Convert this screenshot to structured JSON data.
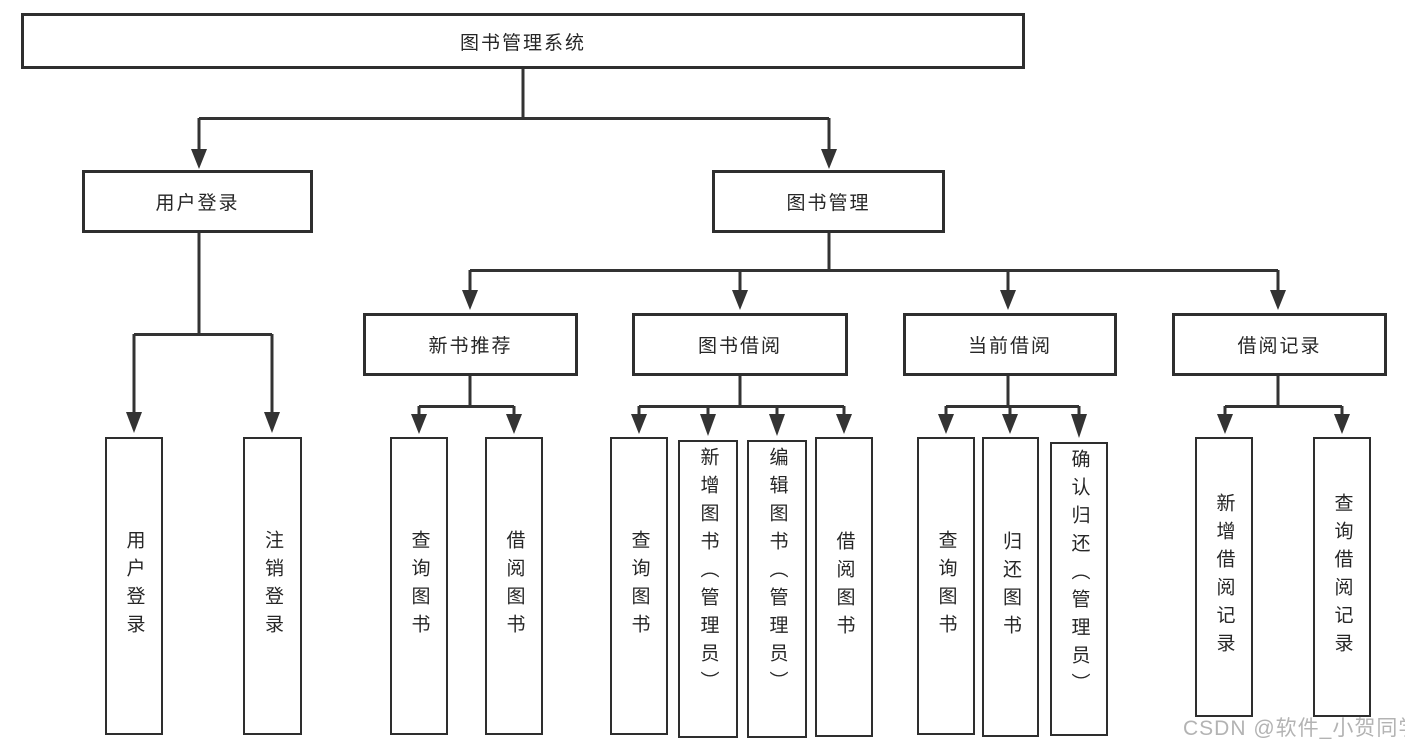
{
  "diagram_title": "图书管理系统",
  "tree": {
    "root": {
      "label": "图书管理系统",
      "children": [
        {
          "label": "用户登录",
          "children": [
            {
              "label": "用户登录"
            },
            {
              "label": "注销登录"
            }
          ]
        },
        {
          "label": "图书管理",
          "children": [
            {
              "label": "新书推荐",
              "children": [
                {
                  "label": "查询图书"
                },
                {
                  "label": "借阅图书"
                }
              ]
            },
            {
              "label": "图书借阅",
              "children": [
                {
                  "label": "查询图书"
                },
                {
                  "label": "新增图书（管理员）"
                },
                {
                  "label": "编辑图书（管理员）"
                },
                {
                  "label": "借阅图书"
                }
              ]
            },
            {
              "label": "当前借阅",
              "children": [
                {
                  "label": "查询图书"
                },
                {
                  "label": "归还图书"
                },
                {
                  "label": "确认归还（管理员）"
                }
              ]
            },
            {
              "label": "借阅记录",
              "children": [
                {
                  "label": "新增借阅记录"
                },
                {
                  "label": "查询借阅记录"
                }
              ]
            }
          ]
        }
      ]
    }
  },
  "watermark": {
    "text": "CSDN @软件_小贺同学"
  },
  "colors": {
    "line": "#333333",
    "box_border": "#2e2e2e",
    "text": "#262626",
    "watermark": "#b3b3b3",
    "background": "#ffffff"
  }
}
